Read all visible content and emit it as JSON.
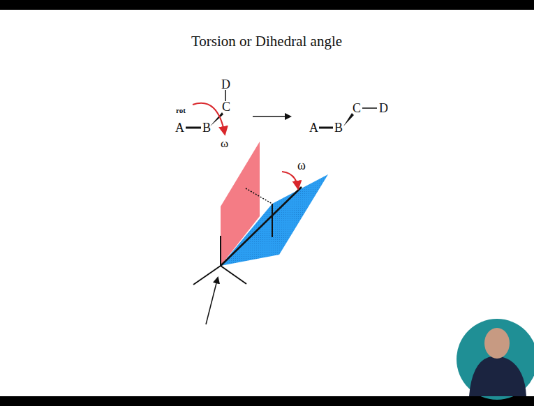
{
  "diagram": {
    "title": "Torsion or Dihedral angle",
    "labels": [
      "D",
      "rot",
      "C",
      "A",
      "B",
      "ω",
      "A",
      "B",
      "C",
      "D",
      "ω"
    ]
  }
}
